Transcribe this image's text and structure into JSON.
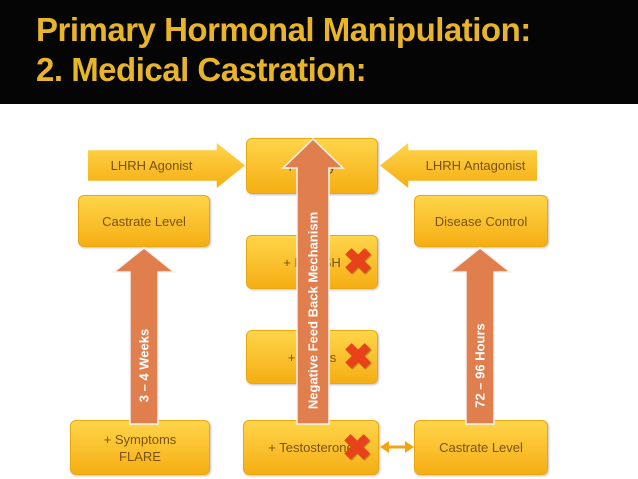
{
  "slide": {
    "title_line1": "Primary Hormonal Manipulation:",
    "title_line2": "2. Medical Castration:"
  },
  "diagram": {
    "lhrh_agonist": "LHRH Agonist",
    "pituitary": "Pituitary",
    "lhrh_antagonist": "LHRH Antagonist",
    "castrate_level_top": "Castrate Level",
    "disease_control": "Disease Control",
    "lh_fsh": "+ LH/FSH",
    "testes": "+ Testes",
    "symptoms_flare_line1": "+ Symptoms",
    "symptoms_flare_line2": "FLARE",
    "testosterone": "+ Testosterone",
    "castrate_level_bottom": "Castrate Level",
    "negative_feedback": "Negative Feed Back Mechanism",
    "weeks_label": "3 – 4 Weeks",
    "hours_label": "72 – 96 Hours"
  },
  "colors": {
    "box_fill": "#fcc42a",
    "box_text": "#7a5210",
    "arrow_orange": "#e17e4e",
    "x_mark": "#e8421a",
    "title": "#e8b52a"
  }
}
